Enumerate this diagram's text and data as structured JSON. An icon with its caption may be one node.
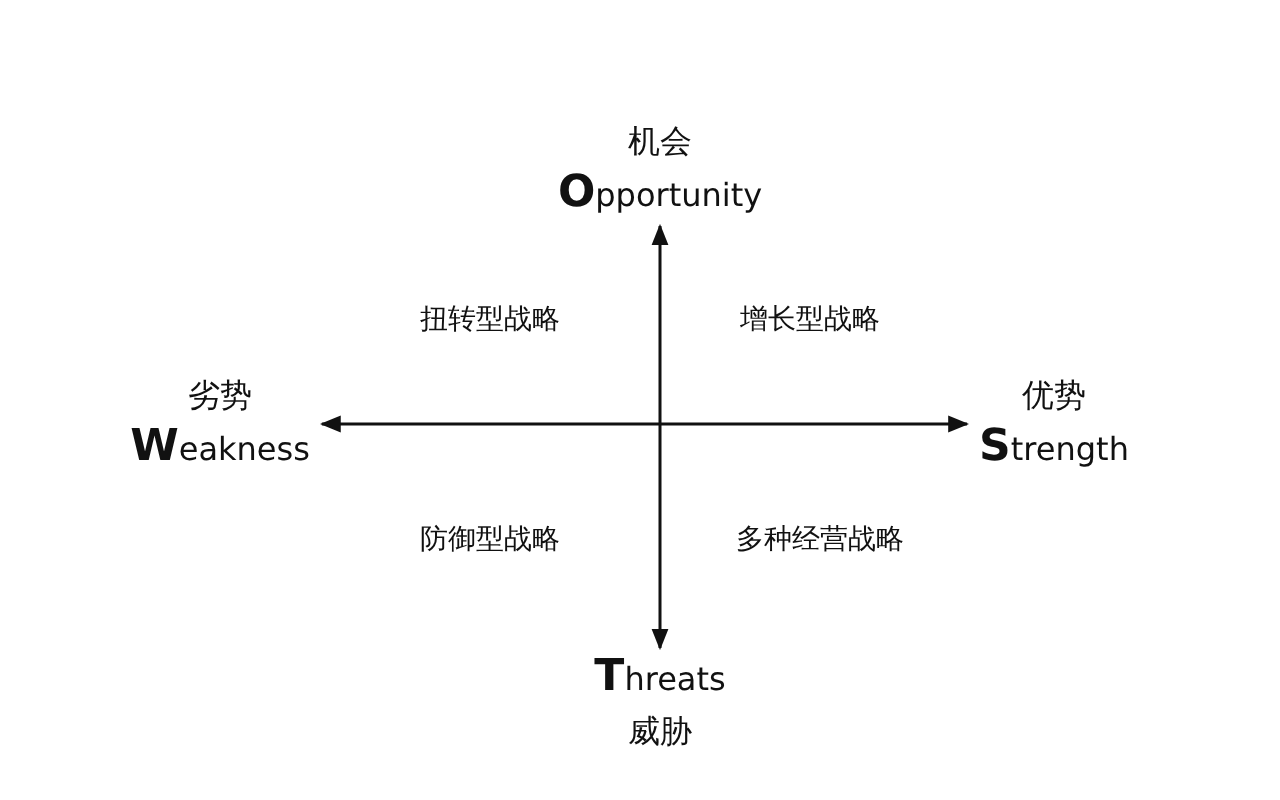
{
  "diagram": {
    "nodes": [
      {
        "text": [
          "机会",
          "**O**pportunity"
        ]
      },
      {
        "text": [
          "劣势",
          "**W**eakness"
        ]
      },
      {
        "text": [
          "优势",
          "**S**trength"
        ]
      },
      {
        "text": [
          "**T**hreats",
          "威胁"
        ]
      }
    ],
    "edges": [
      {
        "from": 1,
        "to": 2,
        "arrow": "both"
      },
      {
        "from": 0,
        "to": 3,
        "arrow": "both"
      }
    ],
    "labels": [
      "扭转型战略",
      "增长型战略",
      "防御型战略",
      "多种经营战略"
    ]
  }
}
